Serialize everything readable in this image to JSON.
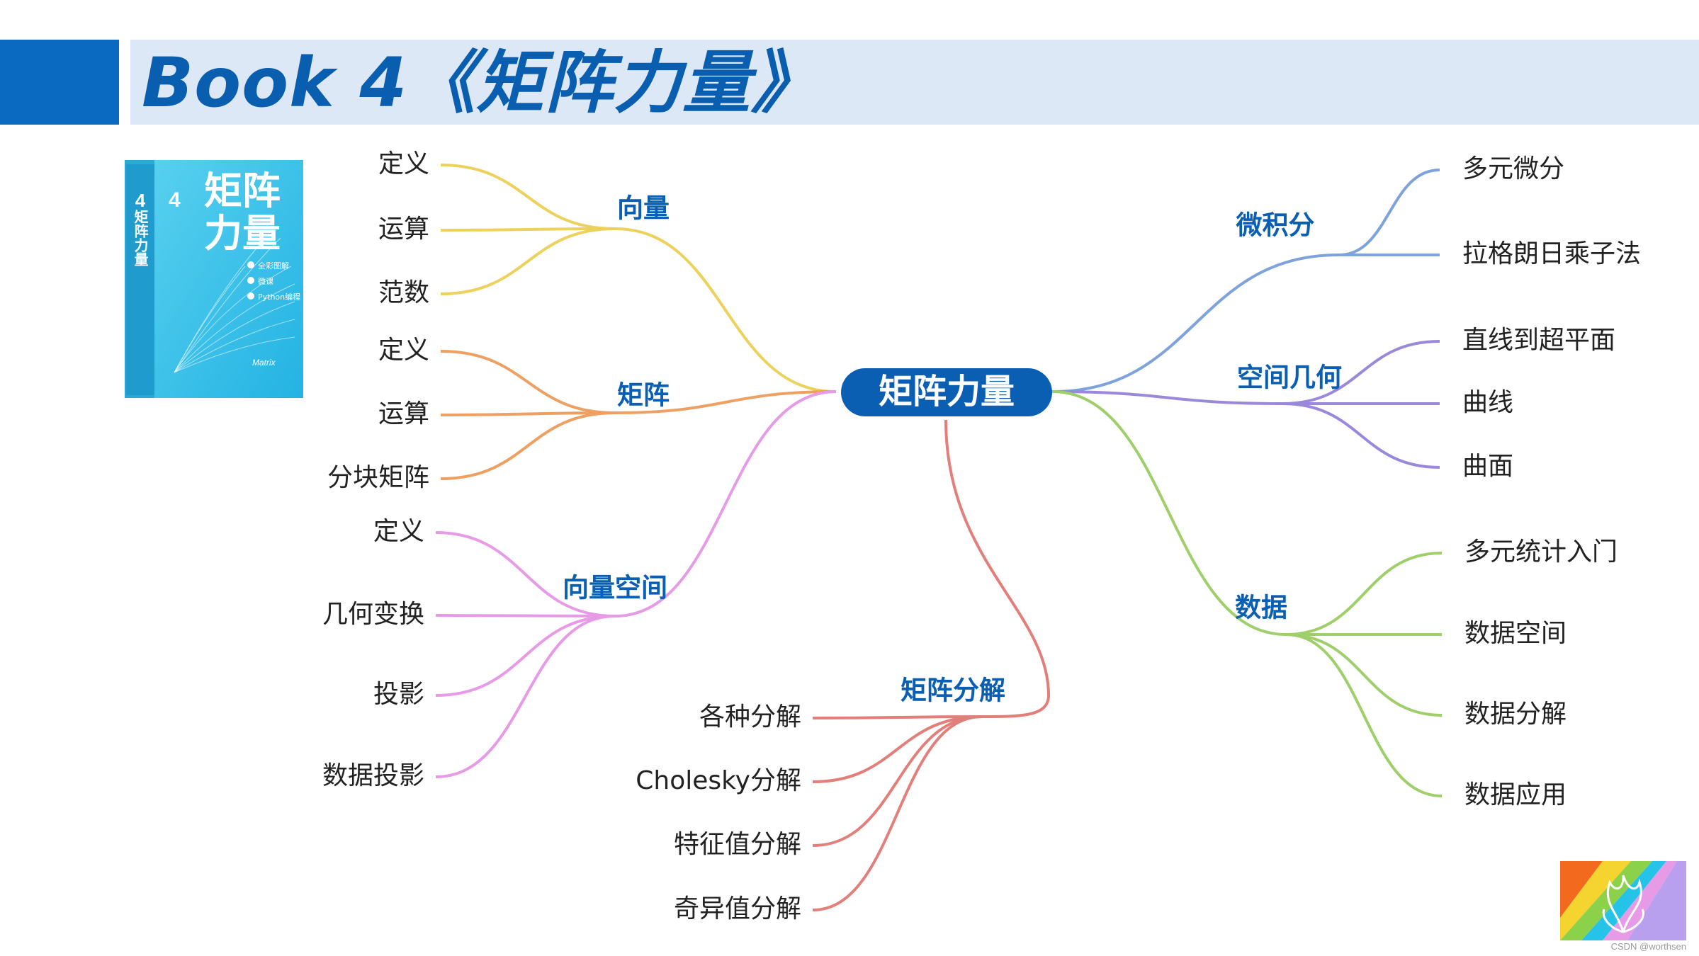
{
  "slide": {
    "title": "Book 4《矩阵力量》",
    "credit": "CSDN @worthsen"
  },
  "book_cover": {
    "title_line1": "矩阵",
    "title_line2": "力量",
    "volume": "4",
    "spine_title": "矩阵力量",
    "features": [
      "全彩图解",
      "微课",
      "Python编程"
    ],
    "publisher": "Matrix"
  },
  "mindmap": {
    "center": "矩阵力量",
    "colors": {
      "vector": "#ecd25c",
      "matrix": "#eda062",
      "vector_space": "#e79ae6",
      "decomposition": "#e27f7a",
      "calculus": "#7ea3dc",
      "geometry": "#9a88da",
      "data": "#9fcf6a",
      "center_fill": "#0b5fb3",
      "branch_text": "#0b5fb3"
    },
    "branches": [
      {
        "key": "vector",
        "label": "向量",
        "leaves": [
          "定义",
          "运算",
          "范数"
        ]
      },
      {
        "key": "matrix",
        "label": "矩阵",
        "leaves": [
          "定义",
          "运算",
          "分块矩阵"
        ]
      },
      {
        "key": "vector_space",
        "label": "向量空间",
        "leaves": [
          "定义",
          "几何变换",
          "投影",
          "数据投影"
        ]
      },
      {
        "key": "decomposition",
        "label": "矩阵分解",
        "leaves": [
          "各种分解",
          "Cholesky分解",
          "特征值分解",
          "奇异值分解"
        ]
      },
      {
        "key": "calculus",
        "label": "微积分",
        "leaves": [
          "多元微分",
          "拉格朗日乘子法"
        ]
      },
      {
        "key": "geometry",
        "label": "空间几何",
        "leaves": [
          "直线到超平面",
          "曲线",
          "曲面"
        ]
      },
      {
        "key": "data",
        "label": "数据",
        "leaves": [
          "多元统计入门",
          "数据空间",
          "数据分解",
          "数据应用"
        ]
      }
    ]
  }
}
